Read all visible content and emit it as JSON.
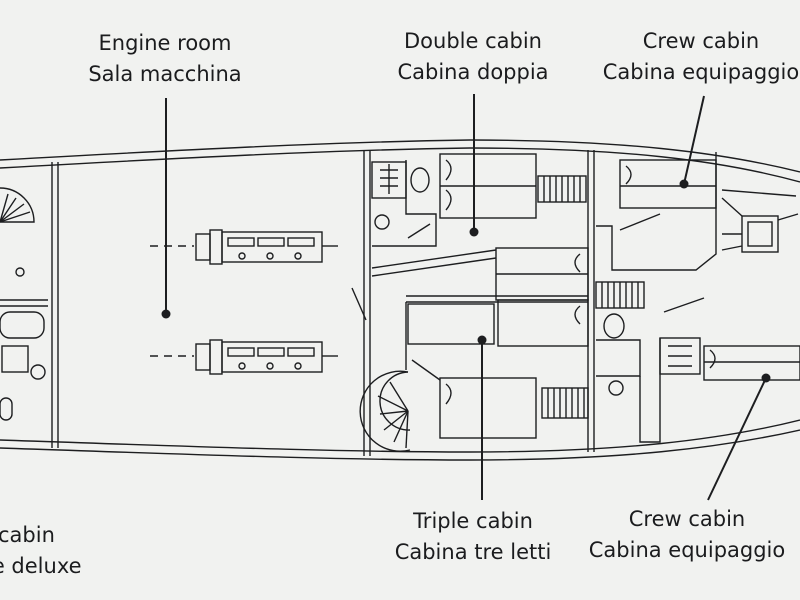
{
  "labels": {
    "engine_room": {
      "en": "Engine room",
      "it": "Sala macchina"
    },
    "double_cabin": {
      "en": "Double cabin",
      "it": "Cabina doppia"
    },
    "crew_cabin_top": {
      "en": "Crew cabin",
      "it": "Cabina equipaggio"
    },
    "triple_cabin": {
      "en": "Triple cabin",
      "it": "Cabina tre letti"
    },
    "crew_cabin_bottom": {
      "en": "Crew cabin",
      "it": "Cabina equipaggio"
    },
    "partial_cabin": {
      "en": "cabin",
      "it": "le deluxe"
    }
  },
  "colors": {
    "background": "#f1f2f0",
    "line": "#1d1e20",
    "text": "#1b1c1e"
  }
}
